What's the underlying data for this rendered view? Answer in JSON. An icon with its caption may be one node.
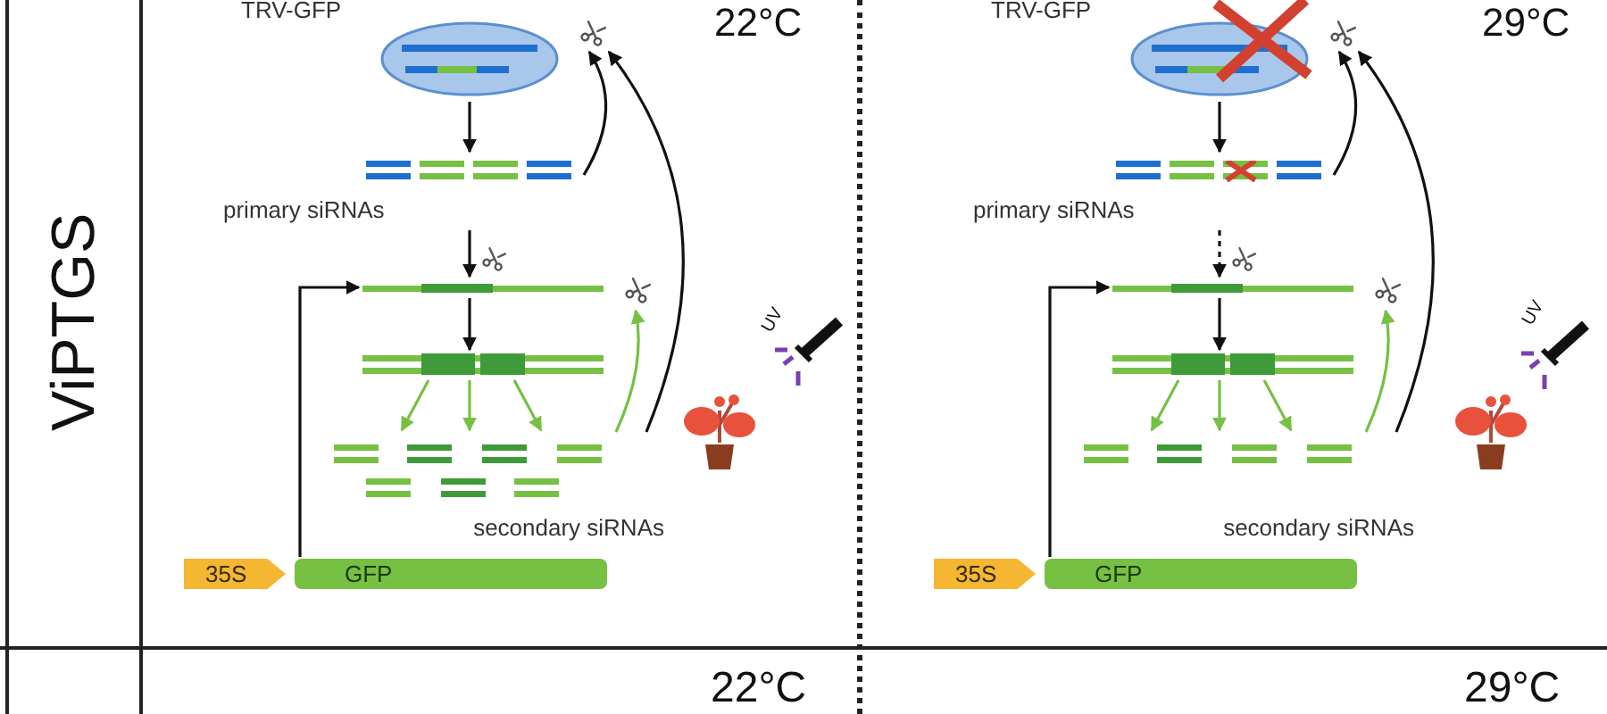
{
  "diagram": {
    "nodes": [
      {
        "text": [
          "TRV-GFP"
        ]
      },
      {
        "text": [
          "primary siRNAs"
        ]
      },
      {
        "text": [],
        "shape": "bar"
      },
      {
        "text": [],
        "shape": "bar"
      },
      {
        "text": [
          "secondary siRNAs"
        ]
      },
      {
        "text": [
          "35S"
        ]
      },
      {
        "text": [
          "GFP"
        ]
      },
      {
        "text": [],
        "shape": "picture"
      },
      {
        "text": [],
        "shape": "picture"
      },
      {
        "text": [
          "TRV-GFP"
        ]
      },
      {
        "text": [
          "primary siRNAs"
        ]
      },
      {
        "text": [],
        "shape": "bar"
      },
      {
        "text": [],
        "shape": "bar"
      },
      {
        "text": [
          "secondary siRNAs"
        ]
      },
      {
        "text": [
          "35S"
        ]
      },
      {
        "text": [
          "GFP"
        ]
      },
      {
        "text": [],
        "shape": "picture"
      },
      {
        "text": [],
        "shape": "picture"
      }
    ],
    "edges": [
      {
        "from": 0,
        "to": 1,
        "arrow": "to"
      },
      {
        "from": 1,
        "to": 2,
        "arrow": "to"
      },
      {
        "from": 2,
        "to": 3,
        "arrow": "to"
      },
      {
        "from": 3,
        "to": 4,
        "arrow": "to",
        "color": "#76c043"
      },
      {
        "from": 3,
        "to": 4,
        "arrow": "to",
        "color": "#76c043"
      },
      {
        "from": 3,
        "to": 4,
        "arrow": "to",
        "color": "#76c043"
      },
      {
        "from": 4,
        "to": 8,
        "arrow": "to",
        "color": "#76c043"
      },
      {
        "from": 4,
        "to": 7,
        "arrow": "to"
      },
      {
        "from": 1,
        "to": 7,
        "arrow": "to"
      },
      {
        "from": 6,
        "to": 2,
        "arrow": "to"
      },
      {
        "from": 9,
        "to": 10,
        "arrow": "to"
      },
      {
        "from": 10,
        "to": 11,
        "arrow": "to",
        "style": "dashed"
      },
      {
        "from": 11,
        "to": 12,
        "arrow": "to"
      },
      {
        "from": 12,
        "to": 13,
        "arrow": "to",
        "color": "#76c043"
      },
      {
        "from": 12,
        "to": 13,
        "arrow": "to",
        "color": "#76c043"
      },
      {
        "from": 12,
        "to": 13,
        "arrow": "to",
        "color": "#76c043"
      },
      {
        "from": 13,
        "to": 17,
        "arrow": "to",
        "color": "#76c043"
      },
      {
        "from": 13,
        "to": 16,
        "arrow": "to"
      },
      {
        "from": 10,
        "to": 16,
        "arrow": "to"
      },
      {
        "from": 15,
        "to": 11,
        "arrow": "to"
      }
    ],
    "labels": [
      "22°C",
      "29°C",
      "ViPTGS",
      "UV",
      "UV",
      "22°C",
      "29°C"
    ]
  }
}
